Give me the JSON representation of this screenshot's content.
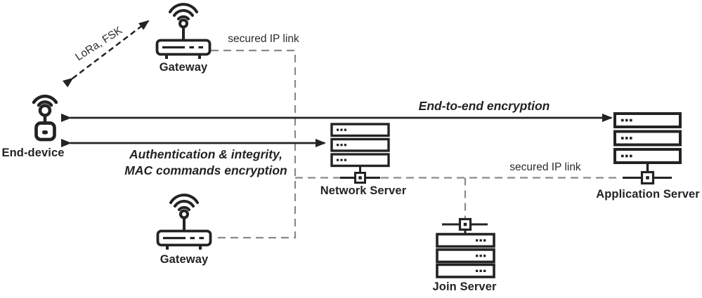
{
  "figure": {
    "type": "network-architecture-diagram",
    "topic": "LoRaWAN architecture with security links"
  },
  "nodes": {
    "end_device": {
      "label": "End-device",
      "icon": "iot-device-antenna-icon"
    },
    "gateway_top": {
      "label": "Gateway",
      "icon": "wifi-router-icon"
    },
    "gateway_bottom": {
      "label": "Gateway",
      "icon": "wifi-router-icon"
    },
    "network_server": {
      "label": "Network Server",
      "icon": "server-stack-icon"
    },
    "application_server": {
      "label": "Application Server",
      "icon": "server-stack-icon"
    },
    "join_server": {
      "label": "Join Server",
      "icon": "server-stack-icon"
    }
  },
  "links": {
    "lora_fsk": {
      "label": "LoRa, FSK",
      "style": "dashed-double-arrow"
    },
    "secured_ip_top": {
      "label": "secured IP link",
      "style": "gray-dashed"
    },
    "secured_ip_right": {
      "label": "secured IP link",
      "style": "gray-dashed"
    },
    "end_to_end": {
      "label": "End-to-end encryption",
      "style": "solid-double-arrow"
    },
    "auth": {
      "line1": "Authentication & integrity,",
      "line2": "MAC commands encryption",
      "style": "solid-double-arrow"
    }
  },
  "colors": {
    "ink": "#232323",
    "dash_gray": "#8a8a8a",
    "background": "#ffffff"
  }
}
